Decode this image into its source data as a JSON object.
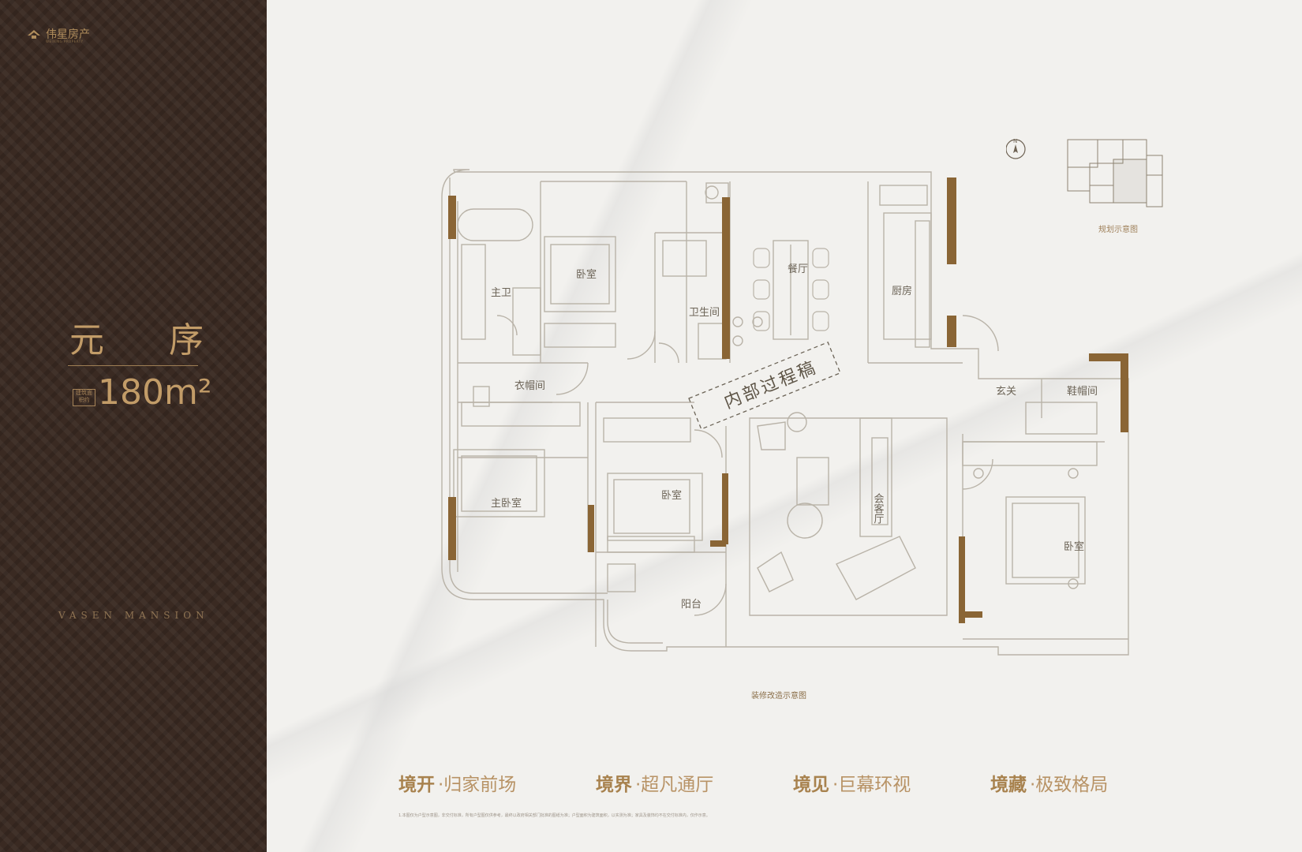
{
  "brand": {
    "name": "伟星房产",
    "sub": "WEIXING PROPERTY"
  },
  "unit": {
    "name": "元 序",
    "area_label": "建筑面积约",
    "area_value": "180m²",
    "english": "VASEN MANSION"
  },
  "rooms": {
    "master_bath": "主卫",
    "bedroom_1": "卧室",
    "bathroom": "卫生间",
    "dining": "餐厅",
    "kitchen": "厨房",
    "closet": "衣帽间",
    "master_bedroom": "主卧室",
    "bedroom_2": "卧室",
    "living": "会客厅",
    "entry": "玄关",
    "shoe_room": "鞋帽间",
    "bedroom_3": "卧室",
    "balcony": "阳台"
  },
  "stamp": "内部过程稿",
  "minimap_label": "规划示意图",
  "compass": "N",
  "caption": "装修改造示意图",
  "features": [
    {
      "title": "境开",
      "sub": "归家前场"
    },
    {
      "title": "境界",
      "sub": "超凡通厅"
    },
    {
      "title": "境见",
      "sub": "巨幕环视"
    },
    {
      "title": "境藏",
      "sub": "极致格局"
    }
  ],
  "disclaimer": "1.本图仅为户型示意图，非交付标准，所有户型图仅供参考，最终以政府相关部门批准的图纸为准；户型面积为建筑面积，以实测为准；家具及装饰均不在交付标准内，仅作示意。"
}
